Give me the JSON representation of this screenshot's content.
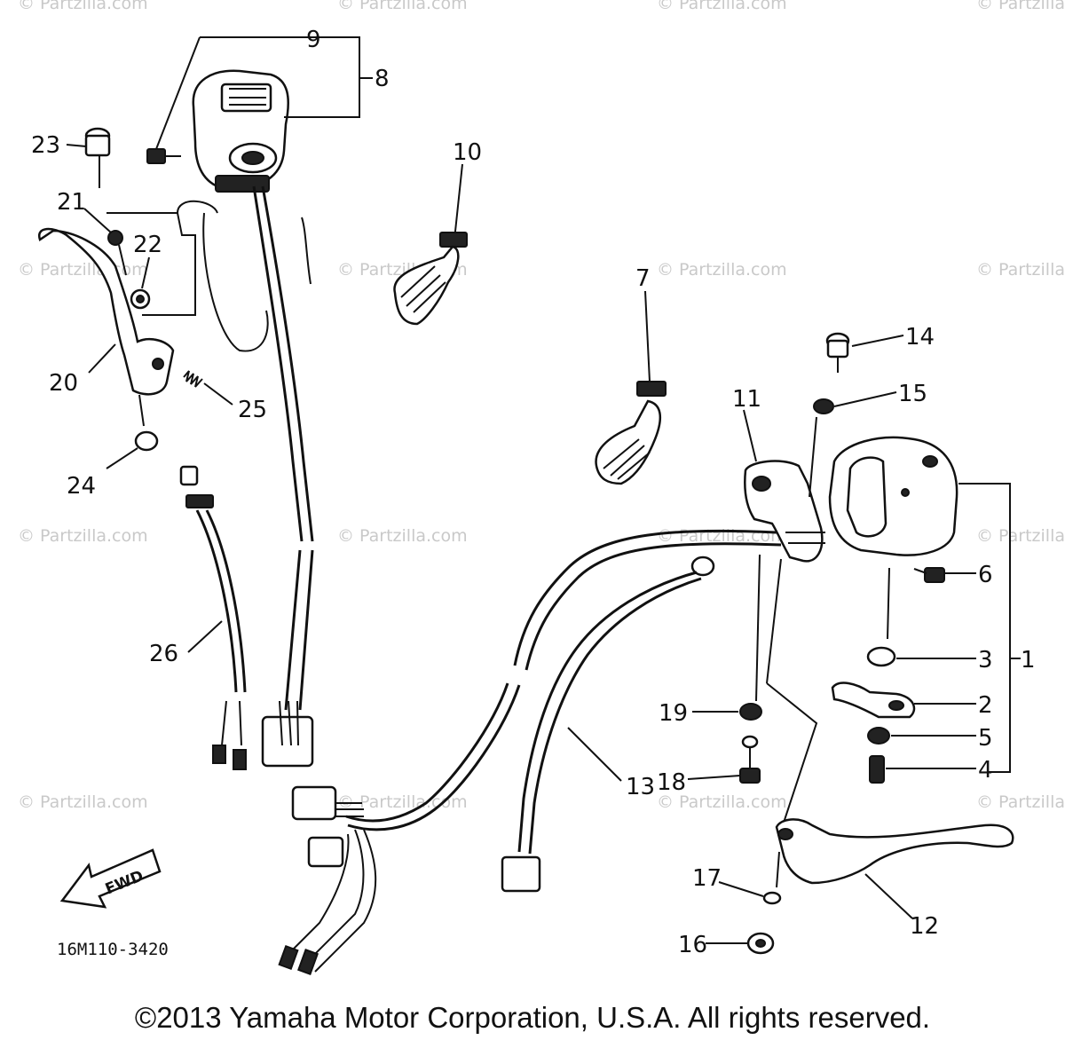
{
  "diagram": {
    "callouts": [
      "1",
      "2",
      "3",
      "4",
      "5",
      "6",
      "7",
      "8",
      "9",
      "10",
      "11",
      "12",
      "13",
      "14",
      "15",
      "16",
      "17",
      "18",
      "19",
      "20",
      "21",
      "22",
      "23",
      "24",
      "25",
      "26"
    ],
    "diagram_code": "16M110-3420",
    "direction_label": "FWD",
    "watermark": "© Partzilla.com"
  },
  "copyright": "©2013 Yamaha Motor Corporation, U.S.A. All rights reserved."
}
